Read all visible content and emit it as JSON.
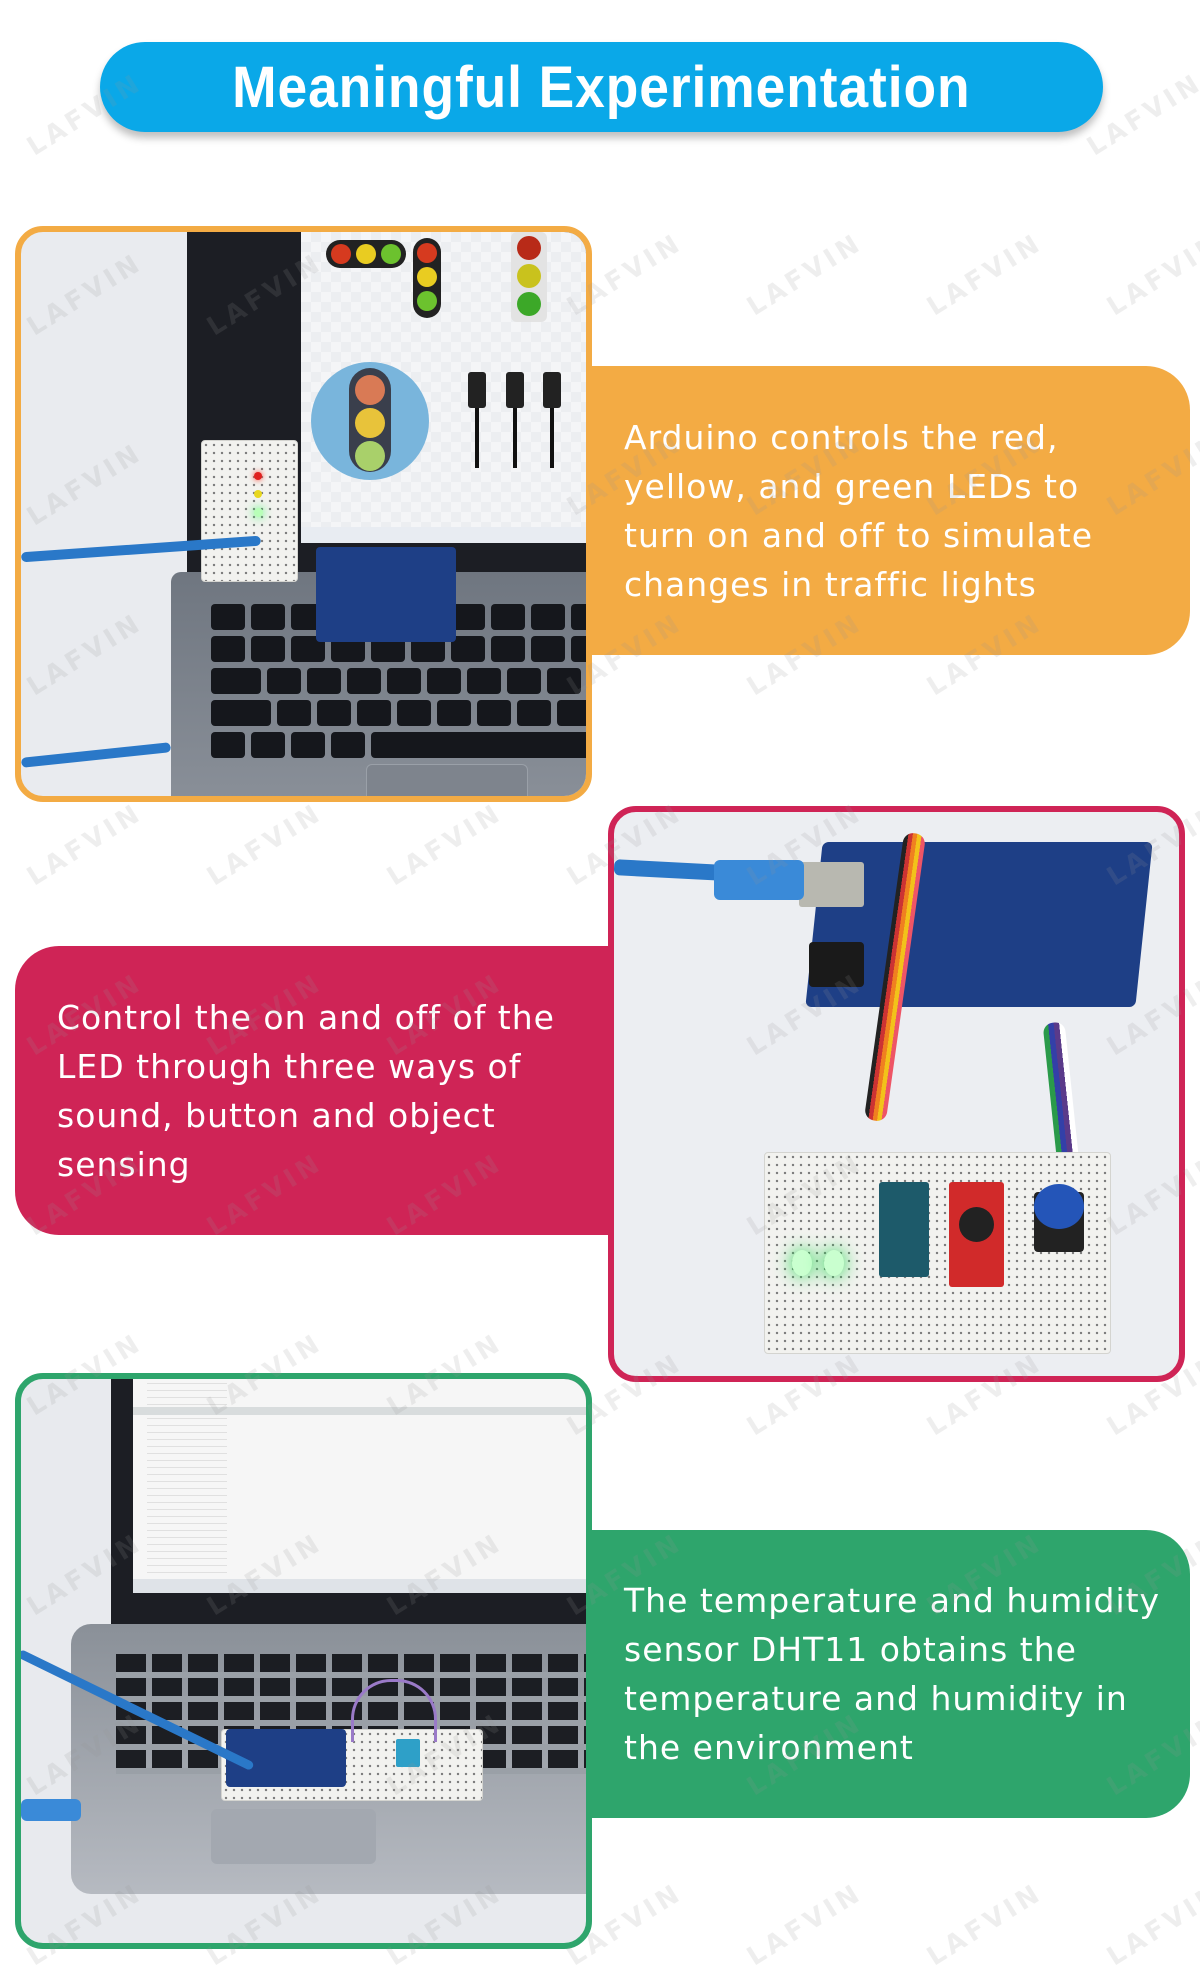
{
  "header": {
    "title": "Meaningful Experimentation",
    "color": "#0aa8e8"
  },
  "watermark": {
    "text": "LAFVIN"
  },
  "sections": [
    {
      "id": "traffic-lights",
      "accent_color": "#f3ab44",
      "photo_label": "Arduino traffic light LED project on laptop",
      "description": "Arduino controls the red, yellow, and green LEDs to turn on and off to simulate changes in traffic lights"
    },
    {
      "id": "led-control",
      "accent_color": "#cf2456",
      "photo_label": "Arduino with sound sensor, push button and obstacle sensor on breadboard",
      "description": "Control the on and off of the LED through three ways of sound, button and object sensing"
    },
    {
      "id": "dht11",
      "accent_color": "#2ea56c",
      "photo_label": "Arduino with DHT11 sensor and serial monitor on laptop",
      "description": "The temperature and humidity sensor DHT11 obtains the temperature and humidity in the environment"
    }
  ]
}
